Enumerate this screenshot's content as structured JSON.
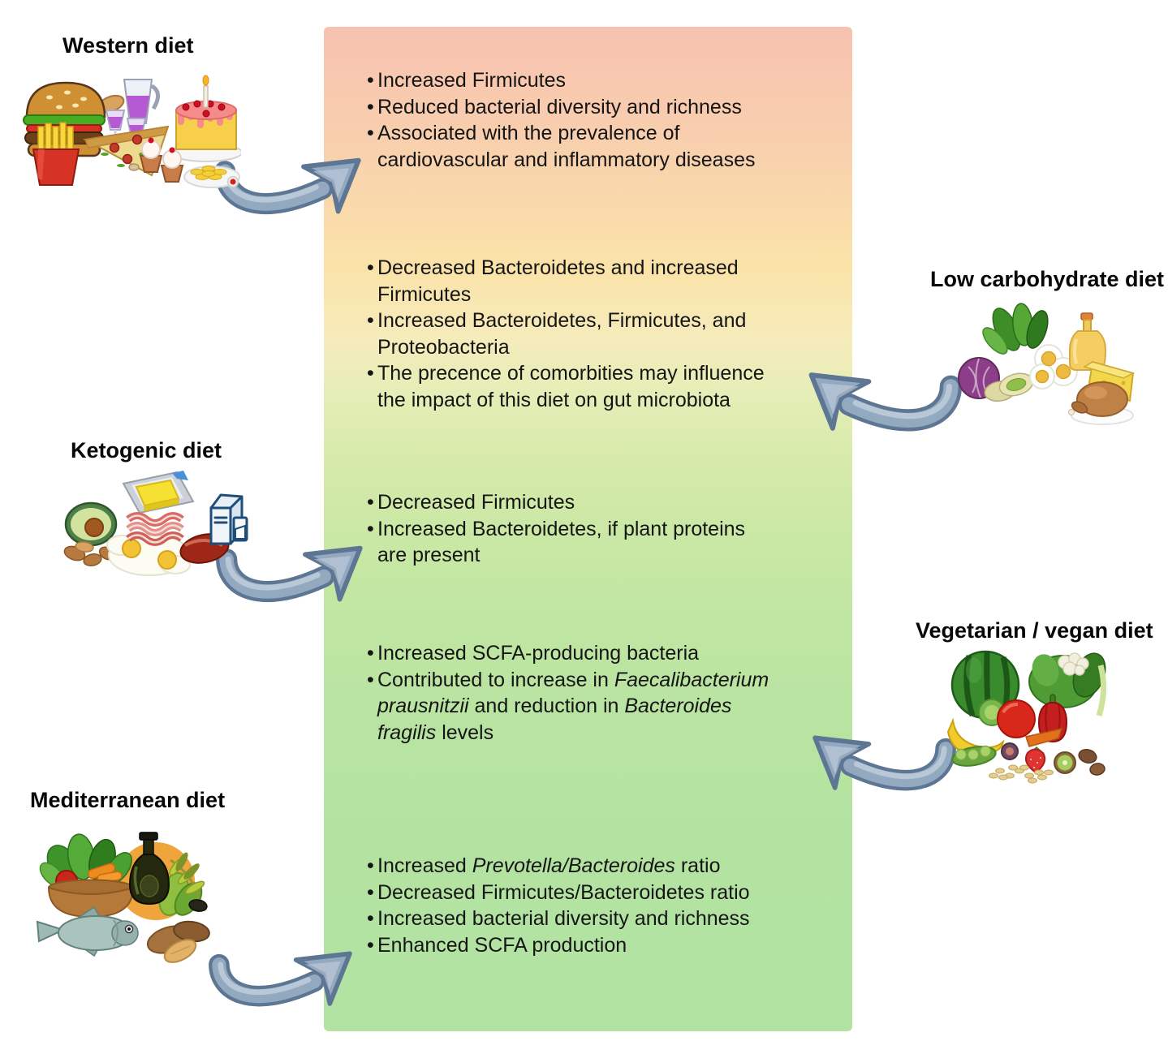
{
  "diets": [
    {
      "id": "western",
      "label": "Western diet",
      "side": "left",
      "effects": [
        [
          {
            "t": "Increased Firmicutes",
            "i": false
          }
        ],
        [
          {
            "t": "Reduced bacterial diversity and richness",
            "i": false
          }
        ],
        [
          {
            "t": "Associated with the prevalence of cardiovascular and inflammatory diseases",
            "i": false
          }
        ]
      ]
    },
    {
      "id": "low-carbohydrate",
      "label": "Low carbohydrate diet",
      "side": "right",
      "effects": [
        [
          {
            "t": "Decreased Bacteroidetes and increased Firmicutes",
            "i": false
          }
        ],
        [
          {
            "t": "Increased Bacteroidetes, Firmicutes, and Proteobacteria",
            "i": false
          }
        ],
        [
          {
            "t": "The precence of comorbities may influence the impact of this diet on gut microbiota",
            "i": false
          }
        ]
      ]
    },
    {
      "id": "ketogenic",
      "label": "Ketogenic diet",
      "side": "left",
      "effects": [
        [
          {
            "t": "Decreased Firmicutes",
            "i": false
          }
        ],
        [
          {
            "t": "Increased Bacteroidetes, if plant proteins are present",
            "i": false
          }
        ]
      ]
    },
    {
      "id": "vegetarian-vegan",
      "label": "Vegetarian / vegan diet",
      "side": "right",
      "effects": [
        [
          {
            "t": "Increased SCFA-producing bacteria",
            "i": false
          }
        ],
        [
          {
            "t": "Contributed to increase in ",
            "i": false
          },
          {
            "t": "Faecalibacterium prausnitzii",
            "i": true
          },
          {
            "t": " and reduction in ",
            "i": false
          },
          {
            "t": "Bacteroides fragilis",
            "i": true
          },
          {
            "t": " levels",
            "i": false
          }
        ]
      ]
    },
    {
      "id": "mediterranean",
      "label": "Mediterranean diet",
      "side": "left",
      "effects": [
        [
          {
            "t": "Increased ",
            "i": false
          },
          {
            "t": "Prevotella/Bacteroides",
            "i": true
          },
          {
            "t": " ratio",
            "i": false
          }
        ],
        [
          {
            "t": "Decreased Firmicutes/Bacteroidetes ratio",
            "i": false
          }
        ],
        [
          {
            "t": "Increased bacterial diversity and richness",
            "i": false
          }
        ],
        [
          {
            "t": "Enhanced SCFA production",
            "i": false
          }
        ]
      ]
    }
  ],
  "icons": {
    "arrow": "curved-swoosh-arrow",
    "western_illustration": "burger-fries-pizza-cake-sweets",
    "low_carbohydrate_illustration": "greens-cabbage-eggs-oil-cheese-chicken",
    "ketogenic_illustration": "avocado-butter-bacon-eggs-meat-milk",
    "vegetarian_illustration": "watermelon-greens-tomato-pepper-banana-fruits-seeds",
    "mediterranean_illustration": "salad-bowl-olive-oil-fish-almonds"
  },
  "colors": {
    "panel_gradient_top": "#f7c2b0",
    "panel_gradient_middle": "#fae3a8",
    "panel_gradient_bottom": "#b2e3a2",
    "arrow_fill": "#93a9c0",
    "arrow_outline": "#5d7694",
    "text": "#151515",
    "background": "#ffffff"
  }
}
